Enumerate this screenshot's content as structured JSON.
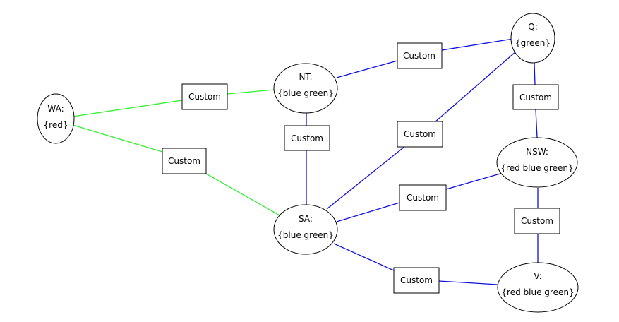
{
  "colors": {
    "green_edge": "#33ee33",
    "blue_edge": "#1111dd",
    "outline": "#000000",
    "background": "#ffffff"
  },
  "nodes": {
    "wa": {
      "name": "WA:",
      "domain": "{red}"
    },
    "nt": {
      "name": "NT:",
      "domain": "{blue green}"
    },
    "q": {
      "name": "Q:",
      "domain": "{green}"
    },
    "sa": {
      "name": "SA:",
      "domain": "{blue green}"
    },
    "nsw": {
      "name": "NSW:",
      "domain": "{red blue green}"
    },
    "v": {
      "name": "V:",
      "domain": "{red blue green}"
    }
  },
  "constraints": {
    "wa_nt": {
      "label": "Custom",
      "color": "green"
    },
    "wa_sa": {
      "label": "Custom",
      "color": "green"
    },
    "nt_sa": {
      "label": "Custom",
      "color": "blue"
    },
    "nt_q": {
      "label": "Custom",
      "color": "blue"
    },
    "sa_q": {
      "label": "Custom",
      "color": "blue"
    },
    "q_nsw": {
      "label": "Custom",
      "color": "blue"
    },
    "sa_nsw": {
      "label": "Custom",
      "color": "blue"
    },
    "nsw_v": {
      "label": "Custom",
      "color": "blue"
    },
    "sa_v": {
      "label": "Custom",
      "color": "blue"
    }
  }
}
